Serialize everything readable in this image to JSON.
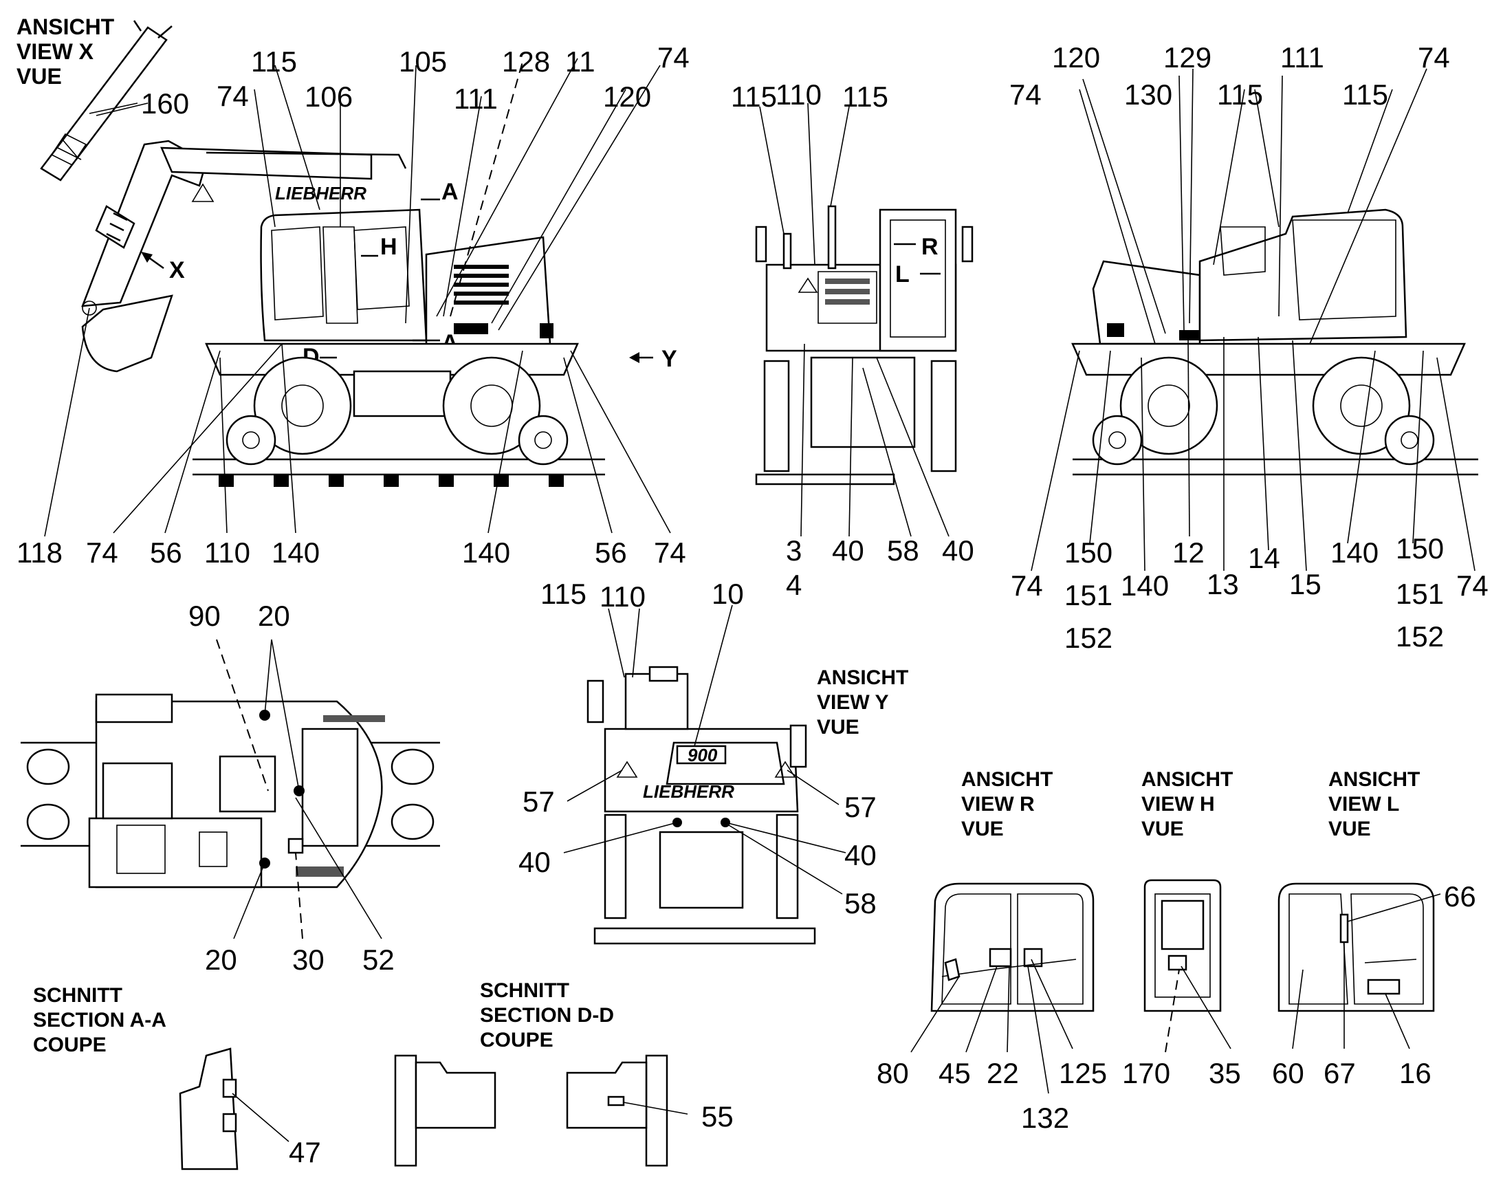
{
  "headings": {
    "view_x": [
      "ANSICHT",
      "VIEW    X",
      "VUE"
    ],
    "view_y": [
      "ANSICHT",
      "VIEW    Y",
      "VUE"
    ],
    "view_r": [
      "ANSICHT",
      "VIEW    R",
      "VUE"
    ],
    "view_h": [
      "ANSICHT",
      "VIEW    H",
      "VUE"
    ],
    "view_l": [
      "ANSICHT",
      "VIEW    L",
      "VUE"
    ],
    "section_aa": [
      "SCHNITT",
      "SECTION A-A",
      "COUPE"
    ],
    "section_dd": [
      "SCHNITT",
      "SECTION D-D",
      "COUPE"
    ]
  },
  "brand_text": "LIEBHERR",
  "model_text": "900",
  "view_markers": {
    "x": "X",
    "y": "Y",
    "h": "H",
    "d": "D",
    "a": "A",
    "r": "R",
    "l": "L"
  },
  "callouts": {
    "side_left": [
      "115",
      "106",
      "105",
      "128",
      "11",
      "74",
      "74",
      "111",
      "120",
      "160",
      "118",
      "74",
      "56",
      "110",
      "140",
      "140",
      "56",
      "74"
    ],
    "front": [
      "115",
      "110",
      "115",
      "3",
      "4",
      "40",
      "58",
      "40"
    ],
    "side_right": [
      "120",
      "129",
      "111",
      "74",
      "74",
      "130",
      "115",
      "115",
      "74",
      "150",
      "151",
      "152",
      "140",
      "12",
      "13",
      "14",
      "15",
      "140",
      "150",
      "151",
      "152",
      "74"
    ],
    "top": [
      "90",
      "20",
      "20",
      "30",
      "52"
    ],
    "rear": [
      "115",
      "110",
      "10",
      "57",
      "57",
      "40",
      "40",
      "58"
    ],
    "cab_r": [
      "80",
      "45",
      "22",
      "125",
      "132"
    ],
    "cab_h": [
      "170",
      "35"
    ],
    "cab_l": [
      "66",
      "60",
      "67",
      "16"
    ],
    "section_aa": [
      "47"
    ],
    "section_dd": [
      "55"
    ]
  }
}
